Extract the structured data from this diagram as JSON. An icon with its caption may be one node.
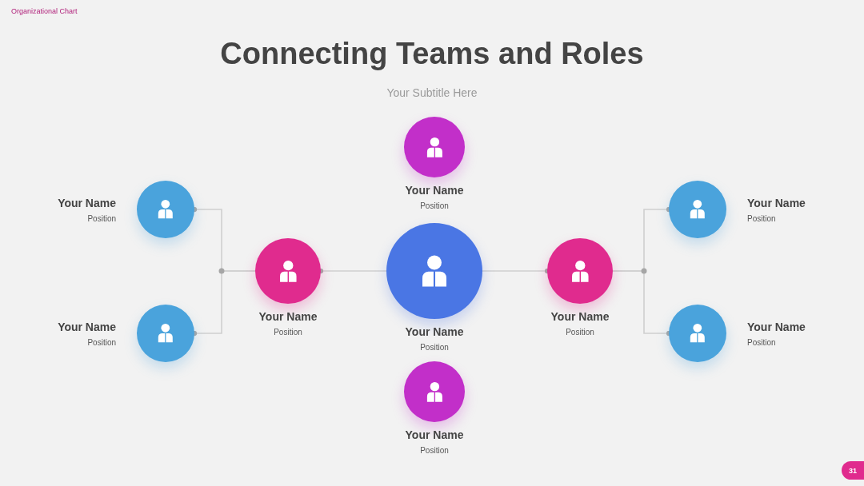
{
  "diagram": {
    "title": "Connecting Teams and Roles",
    "nodes": [
      {
        "text": [
          "Your Name",
          "Position"
        ]
      },
      {
        "text": [
          "Your Name",
          "Position"
        ]
      },
      {
        "text": [
          "Your Name",
          "Position"
        ]
      },
      {
        "text": [
          "Your Name",
          "Position"
        ]
      },
      {
        "text": [
          "Your Name",
          "Position"
        ]
      },
      {
        "text": [
          "Your Name",
          "Position"
        ]
      },
      {
        "text": [
          "Your Name",
          "Position"
        ]
      },
      {
        "text": [
          "Your Name",
          "Position"
        ]
      },
      {
        "text": [
          "Your Name",
          "Position"
        ]
      }
    ],
    "edges": [
      {
        "from": 0,
        "to": 3,
        "arrow": "other"
      },
      {
        "from": 3,
        "to": 5,
        "arrow": "other"
      },
      {
        "from": 3,
        "to": 6,
        "arrow": "other"
      },
      {
        "from": 0,
        "to": 4,
        "arrow": "other"
      },
      {
        "from": 4,
        "to": 7,
        "arrow": "other"
      },
      {
        "from": 4,
        "to": 8,
        "arrow": "other"
      }
    ],
    "labels": [
      "Organizational Chart",
      "Your Subtitle Here",
      "31"
    ]
  }
}
